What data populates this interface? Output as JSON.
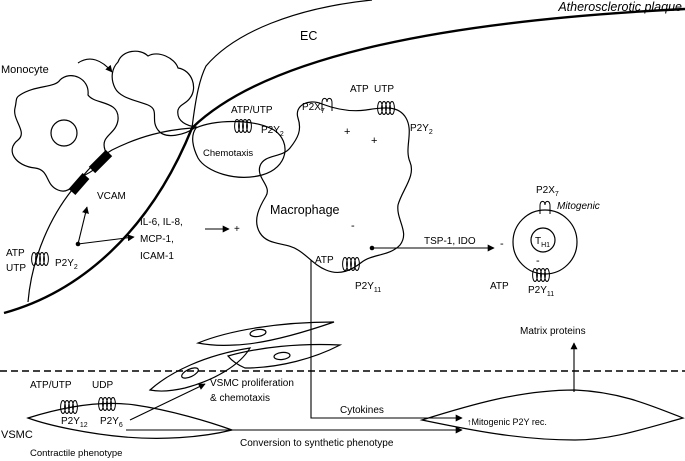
{
  "title": "Atherosclerotic plaque",
  "cells": {
    "endothelial": "EC",
    "monocyte": "Monocyte",
    "macrophage": "Macrophage",
    "vsmc": "VSMC",
    "th1": {
      "main": "T",
      "sub": "H1"
    }
  },
  "endothelium": {
    "ec_agonist": "ATP/UTP",
    "ec_effect": "Chemotaxis",
    "adhesion": "VCAM",
    "left_agonist_1": "ATP",
    "left_agonist_2": "UTP",
    "mediators": [
      "IL-6, IL-8,",
      "MCP-1,",
      "ICAM-1"
    ],
    "mediator_effect": "+"
  },
  "macrophage": {
    "agonist_1": "ATP",
    "agonist_2": "UTP",
    "p2x7_effect": "+",
    "p2y2_effect": "+",
    "inhibition": "-",
    "bottom_agonist": "ATP",
    "tcell_signal": "TSP-1, IDO",
    "tcell_effect": "-",
    "cytokines": "Cytokines"
  },
  "tcell": {
    "p2x7_note": "Mitogenic",
    "inhibition": "-",
    "agonist": "ATP"
  },
  "vsmc": {
    "agonist_1": "ATP/UTP",
    "agonist_2": "UDP",
    "proliferation": [
      "VSMC proliferation",
      "& chemotaxis"
    ],
    "conversion": "Conversion to synthetic phenotype",
    "contractile": "Contractile phenotype",
    "synthetic_note": "↑Mitogenic P2Y rec.",
    "matrix": "Matrix proteins"
  },
  "receptors": {
    "ec_p2y2": {
      "main": "P2Y",
      "sub": "2"
    },
    "mac_p2x7": {
      "main": "P2X",
      "sub": "7"
    },
    "mac_p2y2": {
      "main": "P2Y",
      "sub": "2"
    },
    "left_ec_p2y2": {
      "main": "P2Y",
      "sub": "2"
    },
    "mac_p2y11": {
      "main": "P2Y",
      "sub": "11"
    },
    "th1_p2x7": {
      "main": "P2X",
      "sub": "7"
    },
    "th1_p2y11": {
      "main": "P2Y",
      "sub": "11"
    },
    "vsmc_p2y12": {
      "main": "P2Y",
      "sub": "12"
    },
    "vsmc_p2y6": {
      "main": "P2Y",
      "sub": "6"
    }
  }
}
